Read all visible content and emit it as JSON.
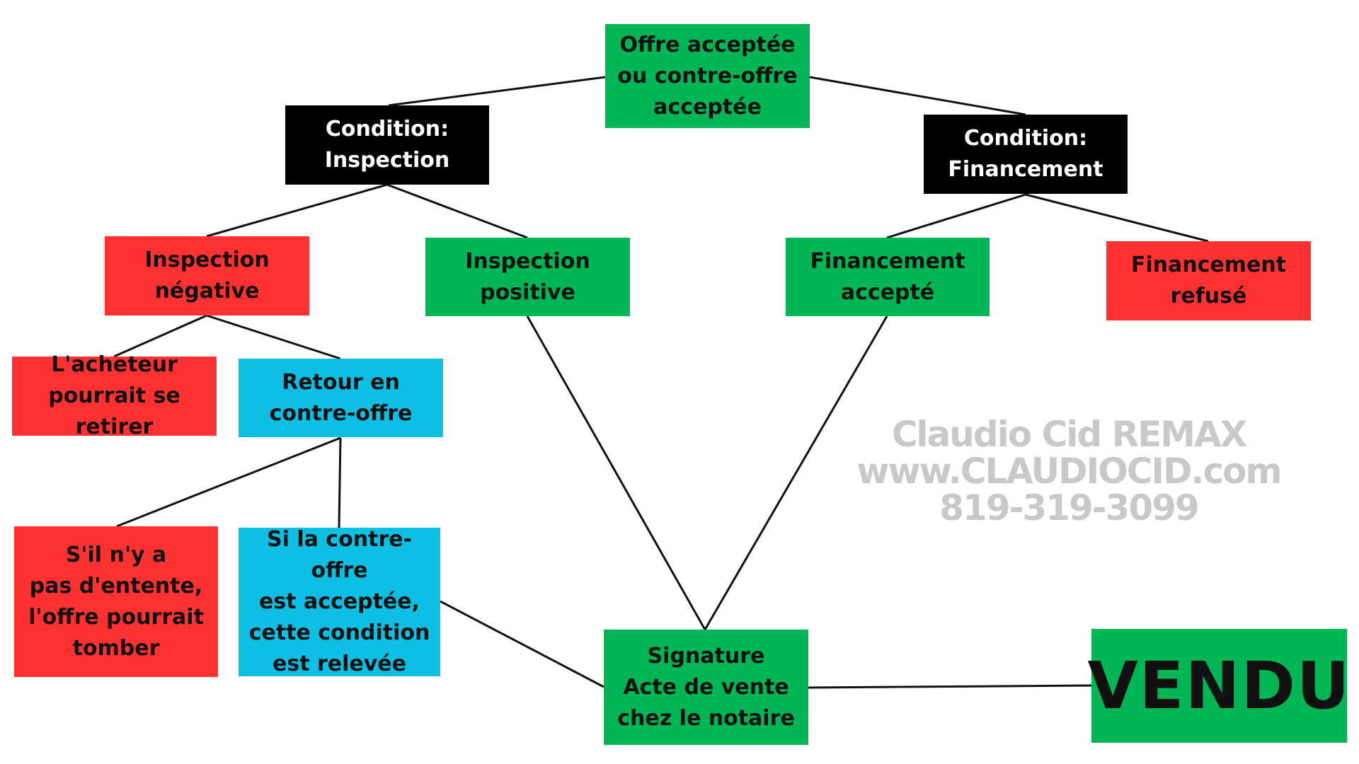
{
  "colors": {
    "green": "#00b554",
    "red": "#ff3131",
    "black": "#000000",
    "blue": "#0cbfe3",
    "line": "#111111",
    "watermark": "#c9c9c9"
  },
  "nodes": {
    "offre": {
      "text": "Offre acceptée\nou contre-offre\nacceptée",
      "color": "green"
    },
    "condition_inspection": {
      "text": "Condition:\nInspection",
      "color": "black"
    },
    "condition_financement": {
      "text": "Condition:\nFinancement",
      "color": "black"
    },
    "inspection_negative": {
      "text": "Inspection\nnégative",
      "color": "red"
    },
    "inspection_positive": {
      "text": "Inspection\npositive",
      "color": "green"
    },
    "financement_accepte": {
      "text": "Financement\naccepté",
      "color": "green"
    },
    "financement_refuse": {
      "text": "Financement\nrefusé",
      "color": "red"
    },
    "acheteur_retirer": {
      "text": "L'acheteur\npourrait se retirer",
      "color": "red"
    },
    "retour_contre_offre": {
      "text": "Retour en\ncontre-offre",
      "color": "blue"
    },
    "pas_entente": {
      "text": "S'il n'y a\npas d'entente,\nl'offre pourrait\ntomber",
      "color": "red"
    },
    "contre_offre_acceptee": {
      "text": "Si la contre-offre\nest acceptée,\ncette condition\nest relevée",
      "color": "blue"
    },
    "signature": {
      "text": "Signature\nActe de vente\nchez le notaire",
      "color": "green"
    },
    "vendu": {
      "text": "VENDU",
      "color": "green"
    }
  },
  "watermark": {
    "name": "Claudio Cid REMAX",
    "website": "www.CLAUDIOCID.com",
    "phone": "819-319-3099"
  }
}
